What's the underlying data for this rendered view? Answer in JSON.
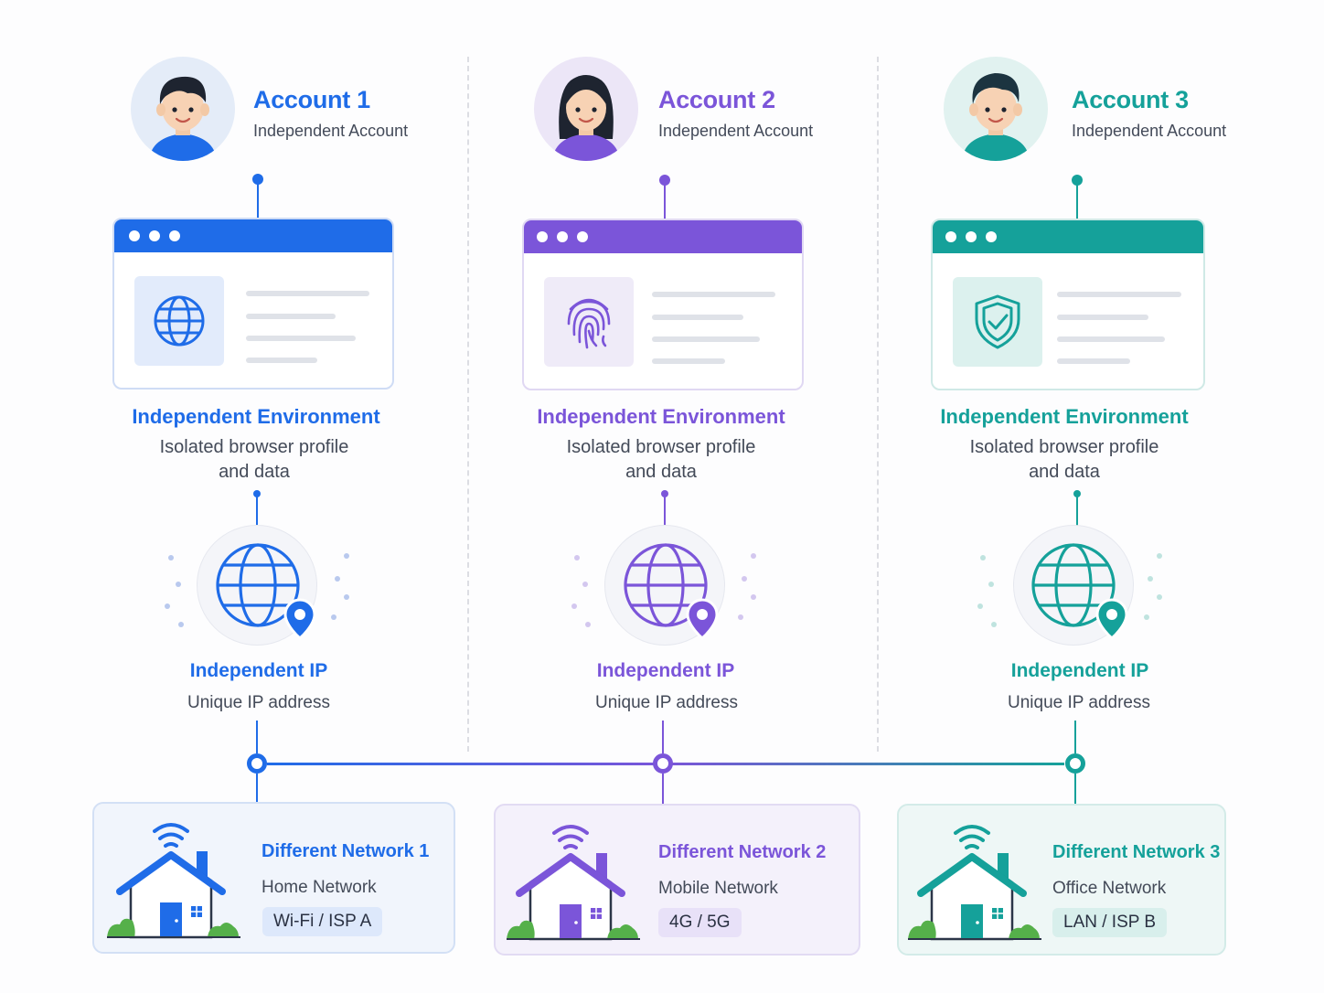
{
  "colors": {
    "blue": "#1f6ce8",
    "purple": "#7b55d9",
    "teal": "#15a19a"
  },
  "columns": [
    {
      "account_title": "Account 1",
      "account_sub": "Independent Account",
      "avatar": "avatar-male-icon",
      "env_icon": "globe-icon",
      "env_title": "Independent Environment",
      "env_desc_1": "Isolated browser profile",
      "env_desc_2": "and data",
      "ip_title": "Independent IP",
      "ip_desc": "Unique IP address",
      "net_title": "Different Network 1",
      "net_sub": "Home Network",
      "net_badge": "Wi-Fi / ISP A"
    },
    {
      "account_title": "Account 2",
      "account_sub": "Independent Account",
      "avatar": "avatar-female-icon",
      "env_icon": "fingerprint-icon",
      "env_title": "Independent Environment",
      "env_desc_1": "Isolated browser profile",
      "env_desc_2": "and data",
      "ip_title": "Independent IP",
      "ip_desc": "Unique IP address",
      "net_title": "Different Network 2",
      "net_sub": "Mobile Network",
      "net_badge": "4G / 5G"
    },
    {
      "account_title": "Account 3",
      "account_sub": "Independent Account",
      "avatar": "avatar-male-icon",
      "env_icon": "shield-check-icon",
      "env_title": "Independent Environment",
      "env_desc_1": "Isolated browser profile",
      "env_desc_2": "and data",
      "ip_title": "Independent IP",
      "ip_desc": "Unique IP address",
      "net_title": "Different Network 3",
      "net_sub": "Office Network",
      "net_badge": "LAN / ISP B"
    }
  ]
}
